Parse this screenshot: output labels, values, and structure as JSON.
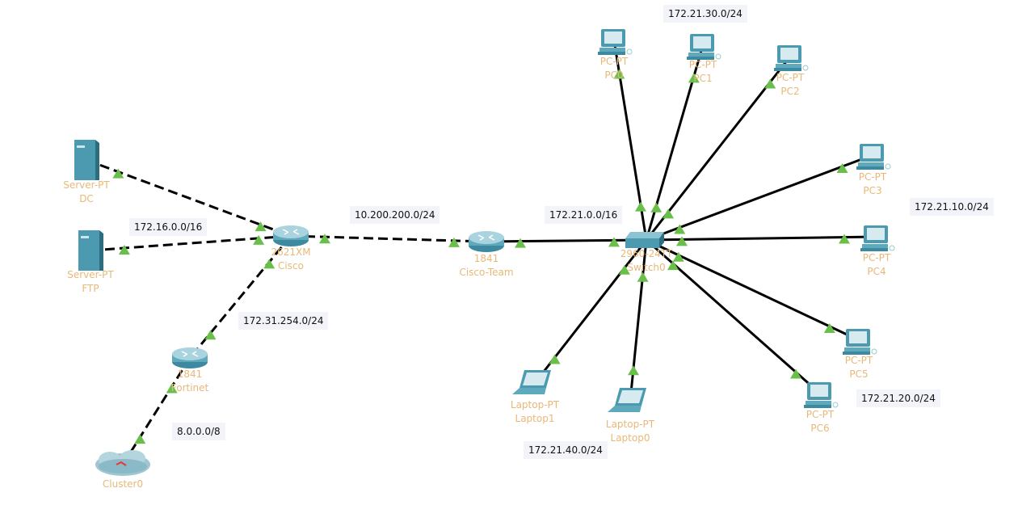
{
  "colors": {
    "link": "#000000",
    "port_up": "#6abf4b",
    "label": "#e8b878",
    "device": "#4b9ab0",
    "subnet_bg": "#f3f3fa"
  },
  "devices": [
    {
      "id": "DC",
      "model": "Server-PT",
      "name": "DC",
      "type": "server"
    },
    {
      "id": "FTP",
      "model": "Server-PT",
      "name": "FTP",
      "type": "server"
    },
    {
      "id": "Cisco",
      "model": "2621XM",
      "name": "Cisco",
      "type": "router"
    },
    {
      "id": "CiscoTeam",
      "model": "1841",
      "name": "Cisco-Team",
      "type": "router"
    },
    {
      "id": "Fortinet",
      "model": "1841",
      "name": "Fortinet",
      "type": "router"
    },
    {
      "id": "Cluster0",
      "model": "",
      "name": "Cluster0",
      "type": "cloud"
    },
    {
      "id": "Switch0",
      "model": "2960-24TT",
      "name": "Switch0",
      "type": "switch"
    },
    {
      "id": "PC0",
      "model": "PC-PT",
      "name": "PC0",
      "type": "pc"
    },
    {
      "id": "PC1",
      "model": "PC-PT",
      "name": "PC1",
      "type": "pc"
    },
    {
      "id": "PC2",
      "model": "PC-PT",
      "name": "PC2",
      "type": "pc"
    },
    {
      "id": "PC3",
      "model": "PC-PT",
      "name": "PC3",
      "type": "pc"
    },
    {
      "id": "PC4",
      "model": "PC-PT",
      "name": "PC4",
      "type": "pc"
    },
    {
      "id": "PC5",
      "model": "PC-PT",
      "name": "PC5",
      "type": "pc"
    },
    {
      "id": "PC6",
      "model": "PC-PT",
      "name": "PC6",
      "type": "pc"
    },
    {
      "id": "Laptop1",
      "model": "Laptop-PT",
      "name": "Laptop1",
      "type": "laptop"
    },
    {
      "id": "Laptop0",
      "model": "Laptop-PT",
      "name": "Laptop0",
      "type": "laptop"
    }
  ],
  "links": [
    {
      "from": "DC",
      "to": "Cisco",
      "style": "dashed"
    },
    {
      "from": "FTP",
      "to": "Cisco",
      "style": "dashed"
    },
    {
      "from": "Cisco",
      "to": "CiscoTeam",
      "style": "dashed"
    },
    {
      "from": "Cisco",
      "to": "Fortinet",
      "style": "dashed"
    },
    {
      "from": "Fortinet",
      "to": "Cluster0",
      "style": "dashed"
    },
    {
      "from": "CiscoTeam",
      "to": "Switch0",
      "style": "solid"
    },
    {
      "from": "Switch0",
      "to": "PC0",
      "style": "solid"
    },
    {
      "from": "Switch0",
      "to": "PC1",
      "style": "solid"
    },
    {
      "from": "Switch0",
      "to": "PC2",
      "style": "solid"
    },
    {
      "from": "Switch0",
      "to": "PC3",
      "style": "solid"
    },
    {
      "from": "Switch0",
      "to": "PC4",
      "style": "solid"
    },
    {
      "from": "Switch0",
      "to": "PC5",
      "style": "solid"
    },
    {
      "from": "Switch0",
      "to": "PC6",
      "style": "solid"
    },
    {
      "from": "Switch0",
      "to": "Laptop1",
      "style": "solid"
    },
    {
      "from": "Switch0",
      "to": "Laptop0",
      "style": "solid"
    }
  ],
  "subnets": {
    "s1": "172.21.30.0/24",
    "s2": "172.16.0.0/16",
    "s3": "10.200.200.0/24",
    "s4": "172.21.0.0/16",
    "s5": "172.21.10.0/24",
    "s6": "172.31.254.0/24",
    "s7": "172.21.20.0/24",
    "s8": "8.0.0.0/8",
    "s9": "172.21.40.0/24"
  }
}
